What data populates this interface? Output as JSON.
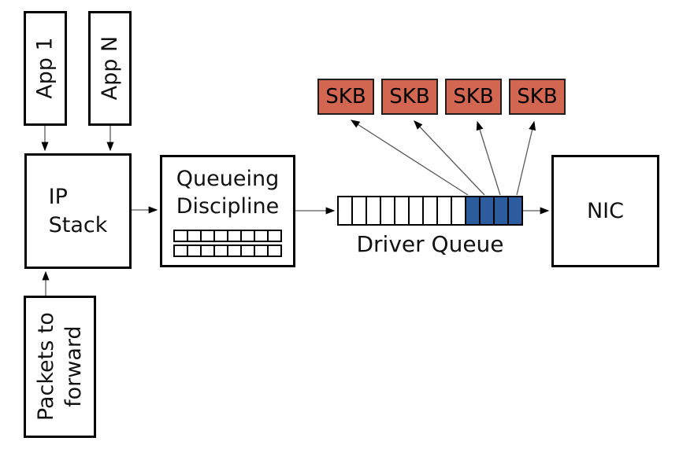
{
  "nodes": {
    "app1": {
      "label": "App 1"
    },
    "appN": {
      "label": "App N"
    },
    "ip_stack": {
      "line1": "IP",
      "line2": "Stack"
    },
    "packets_to_forward": {
      "line1": "Packets to",
      "line2": "forward"
    },
    "queueing_discipline": {
      "line1": "Queueing",
      "line2": "Discipline",
      "grid_rows": 2,
      "grid_cols": 8
    },
    "driver_queue": {
      "label": "Driver Queue",
      "total_cells": 13,
      "filled_cells": 4
    },
    "nic": {
      "label": "NIC"
    },
    "skb_boxes": [
      {
        "label": "SKB"
      },
      {
        "label": "SKB"
      },
      {
        "label": "SKB"
      },
      {
        "label": "SKB"
      }
    ]
  },
  "colors": {
    "background": "#ffffff",
    "box_border": "#000000",
    "arrow_line": "#5a5a5a",
    "queue_filled": "#2d5c9e",
    "skb_fill": "#d26650",
    "skb_border": "#1f1f1f"
  }
}
